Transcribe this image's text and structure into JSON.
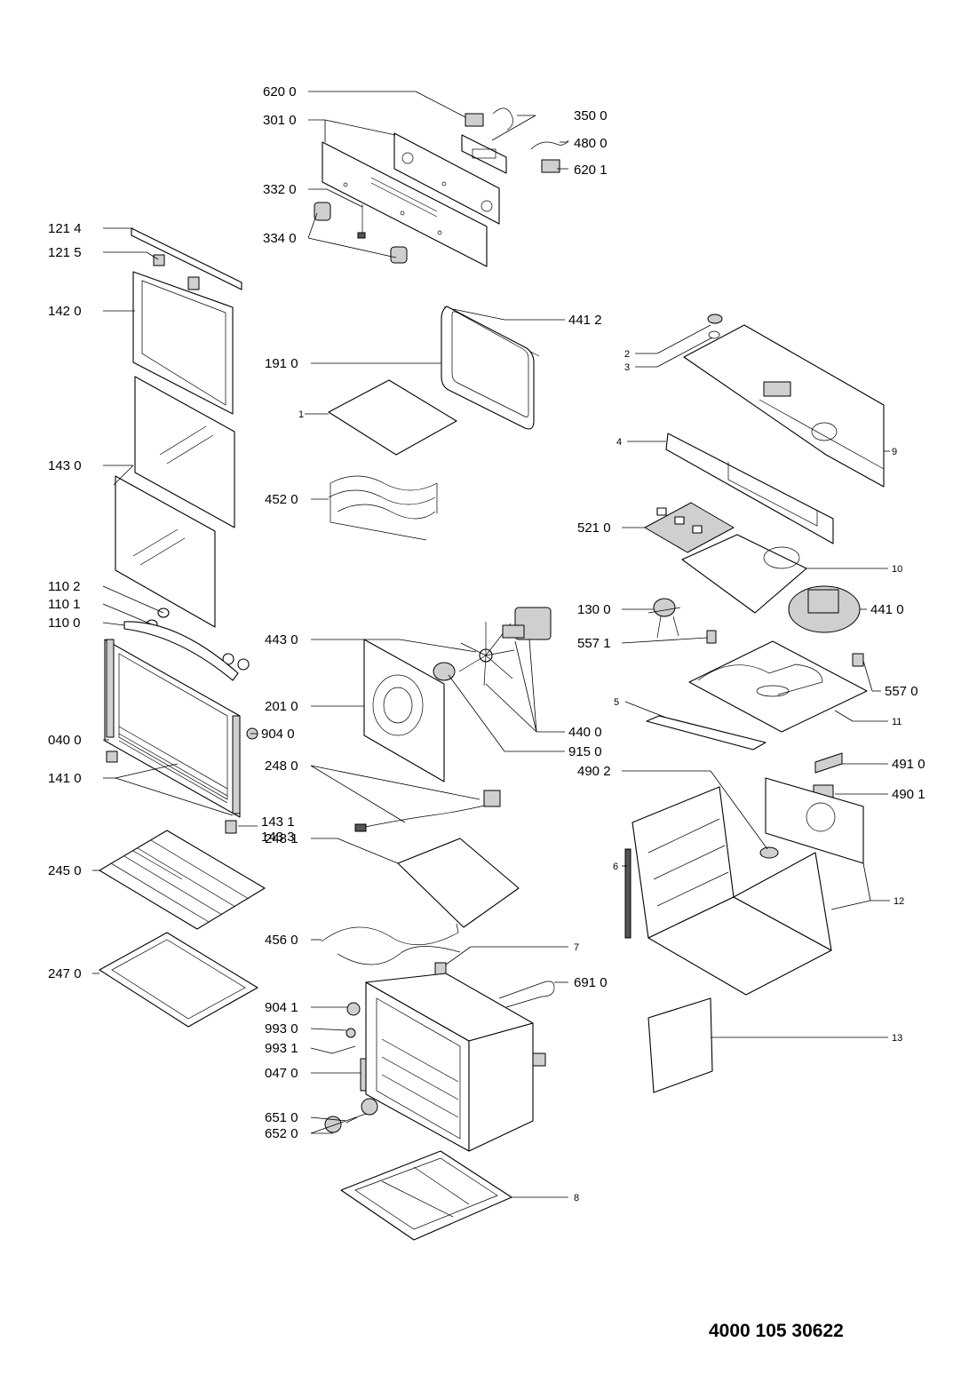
{
  "diagram": {
    "labels": {
      "l6200": "620 0",
      "l3010": "301 0",
      "l3500": "350 0",
      "l4800": "480 0",
      "l6201": "620 1",
      "l3320": "332 0",
      "l3340": "334 0",
      "l1214": "121 4",
      "l1215": "121 5",
      "l1420": "142 0",
      "l1430": "143 0",
      "l1102": "110 2",
      "l1101": "110 1",
      "l1100": "110 0",
      "l0400": "040 0",
      "l1410": "141 0",
      "l1431": "143 1",
      "l1433": "143 3",
      "l2450": "245 0",
      "l2470": "247 0",
      "l4412": "441 2",
      "l1910": "191 0",
      "l1": "1",
      "l4520": "452 0",
      "l4430": "443 0",
      "l2010": "201 0",
      "l9040": "904 0",
      "l4400": "440 0",
      "l9150": "915 0",
      "l2480": "248 0",
      "l2481": "248 1",
      "l4560": "456 0",
      "l9041": "904 1",
      "l9930": "993 0",
      "l9931": "993 1",
      "l0470": "047 0",
      "l6510": "651 0",
      "l6520": "652 0",
      "l8": "8",
      "l7": "7",
      "l6910": "691 0",
      "l2": "2",
      "l3": "3",
      "l4": "4",
      "l9": "9",
      "l5210": "521 0",
      "l10": "10",
      "l1300": "130 0",
      "l4410": "441 0",
      "l5571": "557 1",
      "l5570": "557 0",
      "l5": "5",
      "l11": "11",
      "l4910": "491 0",
      "l4902": "490 2",
      "l4901": "490 1",
      "l6": "6",
      "l12": "12",
      "l13": "13"
    },
    "document_number": "4000 105 30622"
  }
}
